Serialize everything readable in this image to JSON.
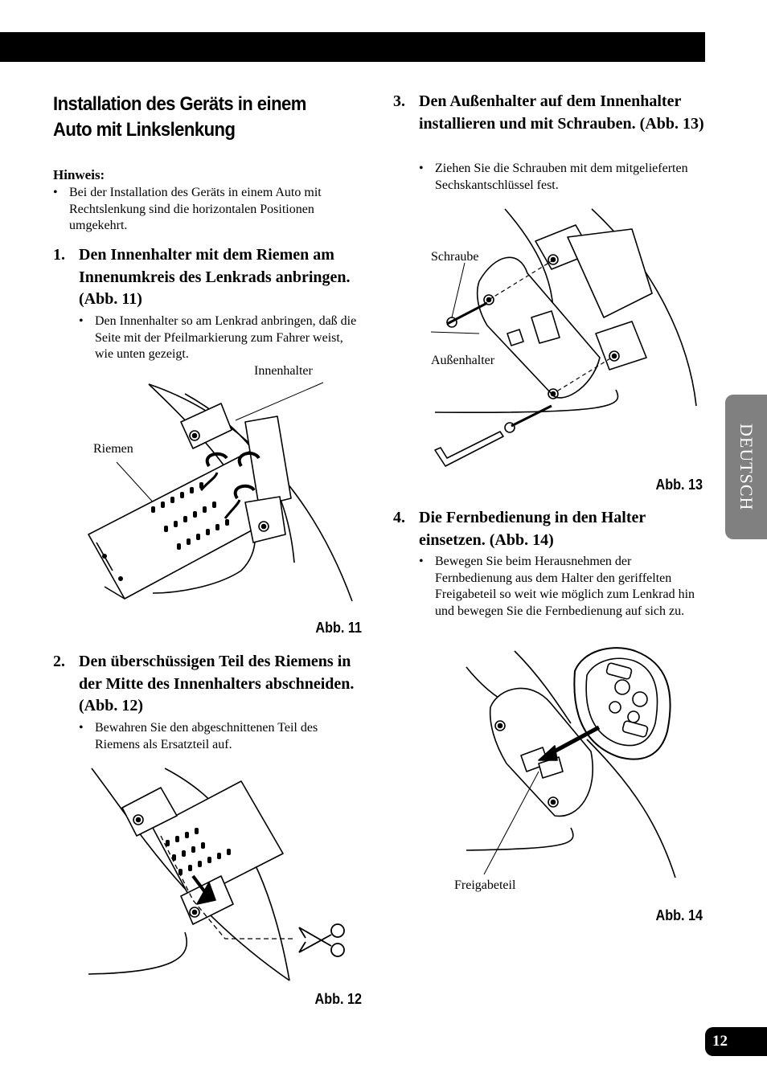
{
  "section": {
    "title_line1": "Installation des Geräts in einem",
    "title_line2": "Auto mit Linkslenkung"
  },
  "note": {
    "label": "Hinweis:",
    "text": "Bei der Installation des Geräts in einem Auto mit Rechtslenkung sind die horizontalen Positionen umgekehrt."
  },
  "steps": [
    {
      "number": "1.",
      "heading": "Den Innenhalter mit dem Riemen am Innenumkreis des Lenkrads anbringen. (Abb. 11)",
      "bullet": "Den Innenhalter so am Lenkrad anbringen, daß die Seite mit der Pfeilmarkierung zum Fahrer weist, wie unten gezeigt."
    },
    {
      "number": "2.",
      "heading": "Den überschüssigen Teil des Riemens in der Mitte des Innenhalters abschneiden. (Abb. 12)",
      "bullet": "Bewahren Sie den abgeschnittenen Teil des Riemens als Ersatzteil auf."
    },
    {
      "number": "3.",
      "heading": "Den Außenhalter auf dem Innenhalter installieren und mit Schrauben. (Abb. 13)",
      "bullet": "Ziehen Sie die Schrauben mit dem mitgelieferten Sechskantschlüssel fest."
    },
    {
      "number": "4.",
      "heading": "Die Fernbedienung in den Halter einsetzen. (Abb. 14)",
      "bullet": "Bewegen Sie beim Herausnehmen der Fernbedienung aus dem Halter den geriffelten Freigabeteil so weit wie möglich zum Lenkrad hin und bewegen Sie die Fernbedienung auf sich zu."
    }
  ],
  "figures": {
    "fig11": {
      "label": "Abb. 11",
      "callout_inner_holder": "Innenhalter",
      "callout_strap": "Riemen"
    },
    "fig12": {
      "label": "Abb. 12"
    },
    "fig13": {
      "label": "Abb. 13",
      "callout_screw": "Schraube",
      "callout_outer_holder": "Außenhalter"
    },
    "fig14": {
      "label": "Abb. 14",
      "callout_release": "Freigabeteil"
    }
  },
  "sidebar": {
    "language_tab": "DEUTSCH"
  },
  "footer": {
    "page_number": "12"
  }
}
